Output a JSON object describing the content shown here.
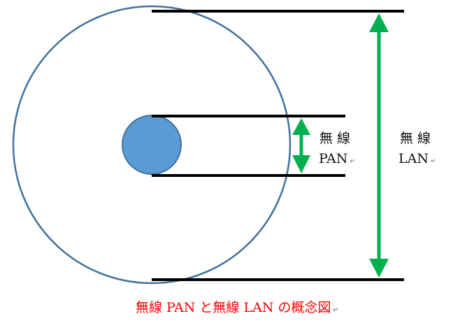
{
  "labels": {
    "pan_line1": "無 線",
    "pan_line2": "PAN",
    "lan_line1": "無 線",
    "lan_line2": "LAN",
    "paragraph_mark": "↵"
  },
  "caption": "無線 PAN と無線 LAN の概念図",
  "colors": {
    "outer_circle_stroke": "#41719c",
    "inner_circle_fill": "#5b9bd5",
    "arrow": "#00b050",
    "lines": "#000000",
    "caption_text": "#ff0000"
  }
}
